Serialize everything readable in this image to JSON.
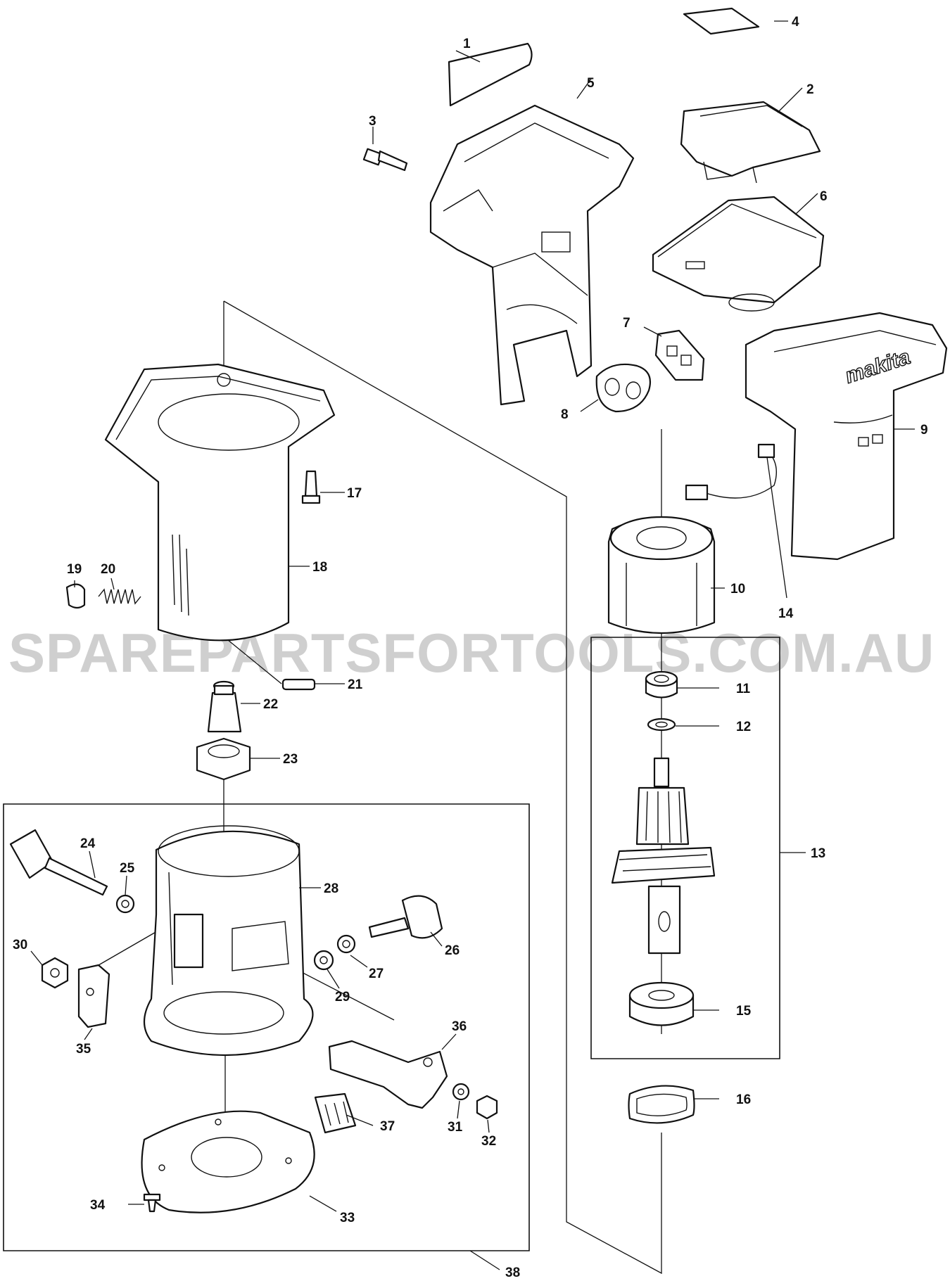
{
  "watermark": "SPAREPARTSFORTOOLS.COM.AU",
  "brand_mark": "makita",
  "colors": {
    "ink": "#111111",
    "watermark": "#cfcfcf",
    "background": "#ffffff"
  },
  "parts": {
    "p1": "1",
    "p2": "2",
    "p3": "3",
    "p4": "4",
    "p5": "5",
    "p6": "6",
    "p7": "7",
    "p8": "8",
    "p9": "9",
    "p10": "10",
    "p11": "11",
    "p12": "12",
    "p13": "13",
    "p14": "14",
    "p15": "15",
    "p16": "16",
    "p17": "17",
    "p18": "18",
    "p19": "19",
    "p20": "20",
    "p21": "21",
    "p22": "22",
    "p23": "23",
    "p24": "24",
    "p25": "25",
    "p26": "26",
    "p27": "27",
    "p28": "28",
    "p29": "29",
    "p30": "30",
    "p31": "31",
    "p32": "32",
    "p33": "33",
    "p34": "34",
    "p35": "35",
    "p36": "36",
    "p37": "37",
    "p38": "38"
  }
}
